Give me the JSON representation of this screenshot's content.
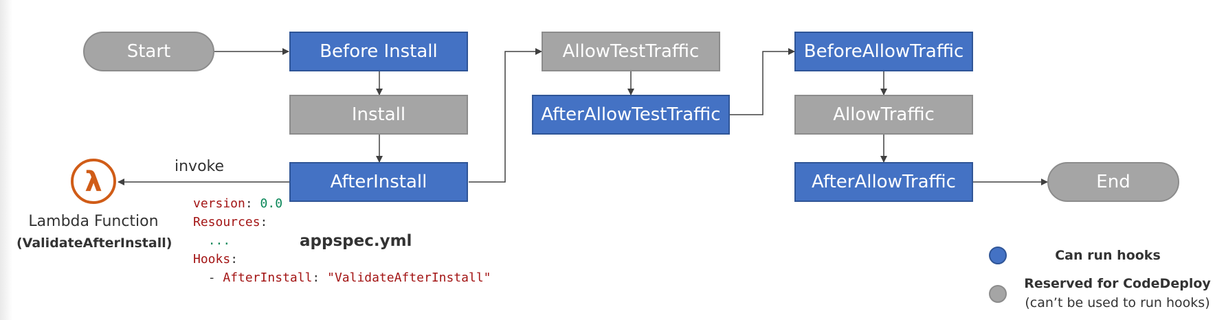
{
  "nodes": {
    "start": "Start",
    "before_install": "Before Install",
    "install": "Install",
    "after_install": "AfterInstall",
    "allow_test_traffic": "AllowTestTraffic",
    "after_allow_test_traffic": "AfterAllowTestTraffic",
    "before_allow_traffic": "BeforeAllowTraffic",
    "allow_traffic": "AllowTraffic",
    "after_allow_traffic": "AfterAllowTraffic",
    "end": "End"
  },
  "invoke_label": "invoke",
  "lambda": {
    "title": "Lambda Function",
    "subtitle": "(ValidateAfterInstall)"
  },
  "appspec": {
    "filename": "appspec.yml",
    "version_key": "version",
    "version_value": "0.0",
    "resources_key": "Resources",
    "ellipsis": "...",
    "hooks_key": "Hooks",
    "hook_dash": "- ",
    "hook_name": "AfterInstall",
    "hook_value": "\"ValidateAfterInstall\""
  },
  "legend": {
    "blue_label": "Can run hooks",
    "gray_label": "Reserved for CodeDeploy",
    "gray_note": "(can’t be used to run hooks)"
  },
  "colors": {
    "hook_node": "#4472c4",
    "reserved_node": "#a5a5a5",
    "lambda_orange": "#d05c17"
  }
}
